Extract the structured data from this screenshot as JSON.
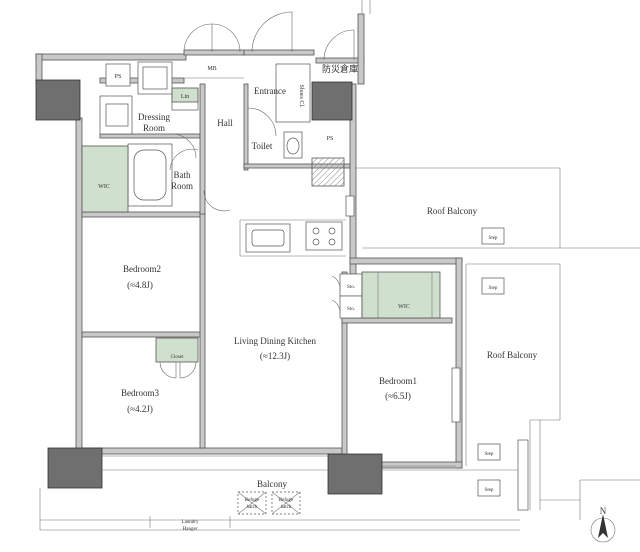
{
  "rooms": {
    "entrance": "Entrance",
    "shoes_cl": "Shoes Cl.",
    "bousai_souko": "防災倉庫",
    "mb": "MB",
    "ps_top": "PS",
    "ps_mid": "PS",
    "lin": "Lin",
    "dressing_1": "Dressing",
    "dressing_2": "Room",
    "hall": "Hall",
    "toilet": "Toilet",
    "bath_1": "Bath",
    "bath_2": "Room",
    "wic_left": "WIC",
    "wic_right": "WIC",
    "bedroom2": "Bedroom2",
    "bedroom2_size": "(≈4.8J)",
    "bedroom3": "Bedroom3",
    "bedroom3_size": "(≈4.2J)",
    "bedroom1": "Bedroom1",
    "bedroom1_size": "(≈6.5J)",
    "ldk": "Living Dining Kitchen",
    "ldk_size": "(≈12.3J)",
    "closet": "Closet",
    "sto_1": "Sto.",
    "sto_2": "Sto.",
    "roof_balcony_1": "Roof Balcony",
    "roof_balcony_2": "Roof Balcony",
    "step_1": "Step",
    "step_2": "Step",
    "step_3": "Step",
    "step_4": "Step",
    "balcony": "Balcony",
    "laundry_1": "Laundry",
    "laundry_2": "Hanger",
    "refuge_1a": "Refuge",
    "refuge_1b": "hatch",
    "refuge_2a": "Refuge",
    "refuge_2b": "hatch",
    "north": "N"
  }
}
